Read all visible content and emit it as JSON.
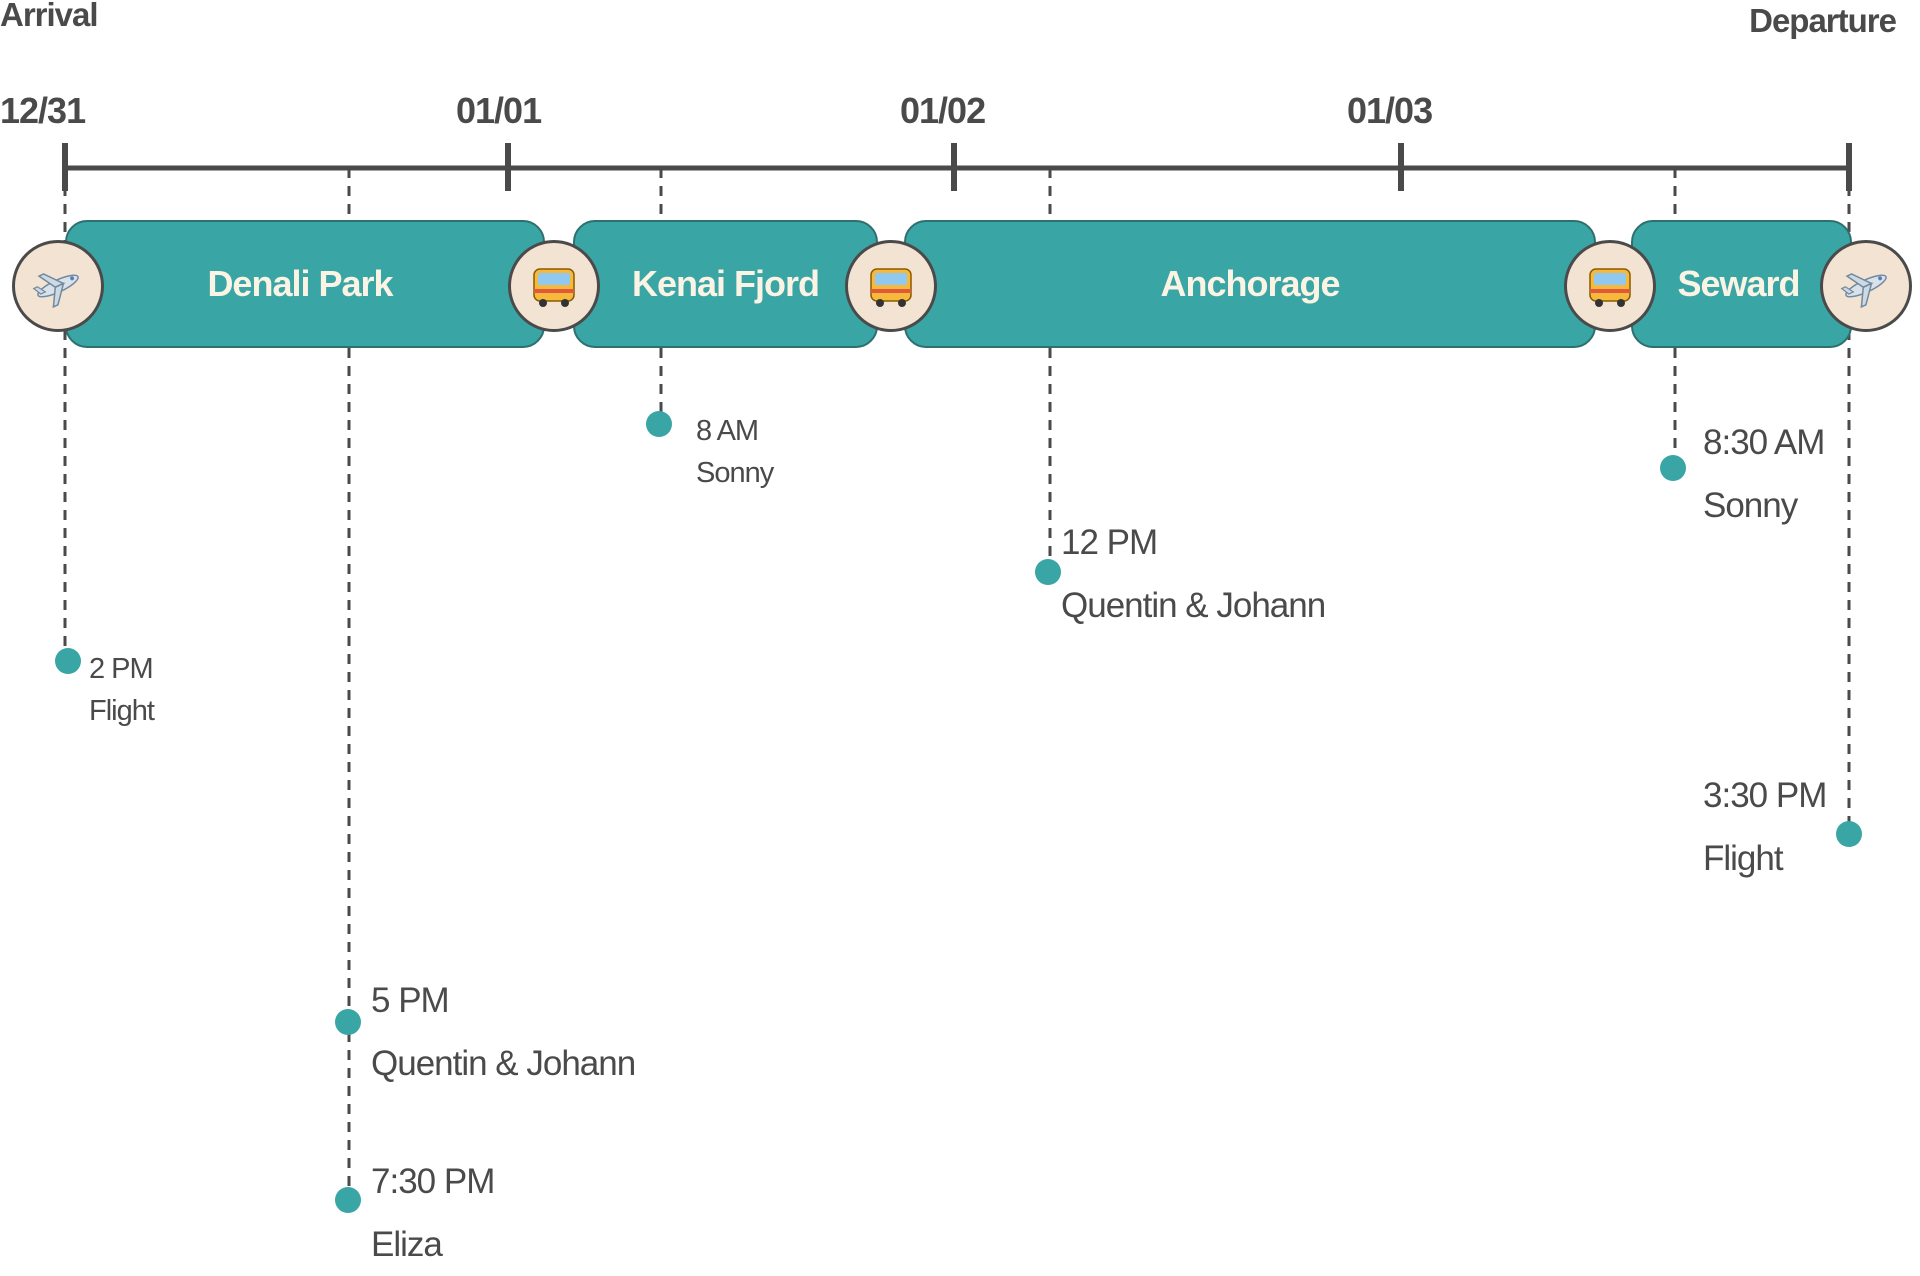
{
  "header": {
    "arrival_label": "Arrival",
    "departure_label": "Departure"
  },
  "dates": [
    "12/31",
    "01/01",
    "01/02",
    "01/03"
  ],
  "segments": [
    {
      "label": "Denali Park"
    },
    {
      "label": "Kenai Fjord"
    },
    {
      "label": "Anchorage"
    },
    {
      "label": "Seward"
    }
  ],
  "transports": [
    {
      "icon": "airplane-icon"
    },
    {
      "icon": "bus-icon"
    },
    {
      "icon": "bus-icon"
    },
    {
      "icon": "bus-icon"
    },
    {
      "icon": "airplane-icon"
    }
  ],
  "events": [
    {
      "time": "2 PM",
      "who": "Flight"
    },
    {
      "time": "5 PM",
      "who": "Quentin & Johann"
    },
    {
      "time": "7:30 PM",
      "who": "Eliza"
    },
    {
      "time": "8 AM",
      "who": "Sonny"
    },
    {
      "time": "12 PM",
      "who": "Quentin & Johann"
    },
    {
      "time": "8:30 AM",
      "who": "Sonny"
    },
    {
      "time": "3:30 PM",
      "who": "Flight"
    }
  ],
  "colors": {
    "accent_teal": "#3aa5a5",
    "segment_text": "#fbf3e3",
    "icon_circle": "#f3e3d3",
    "axis": "#4a4a4a"
  }
}
